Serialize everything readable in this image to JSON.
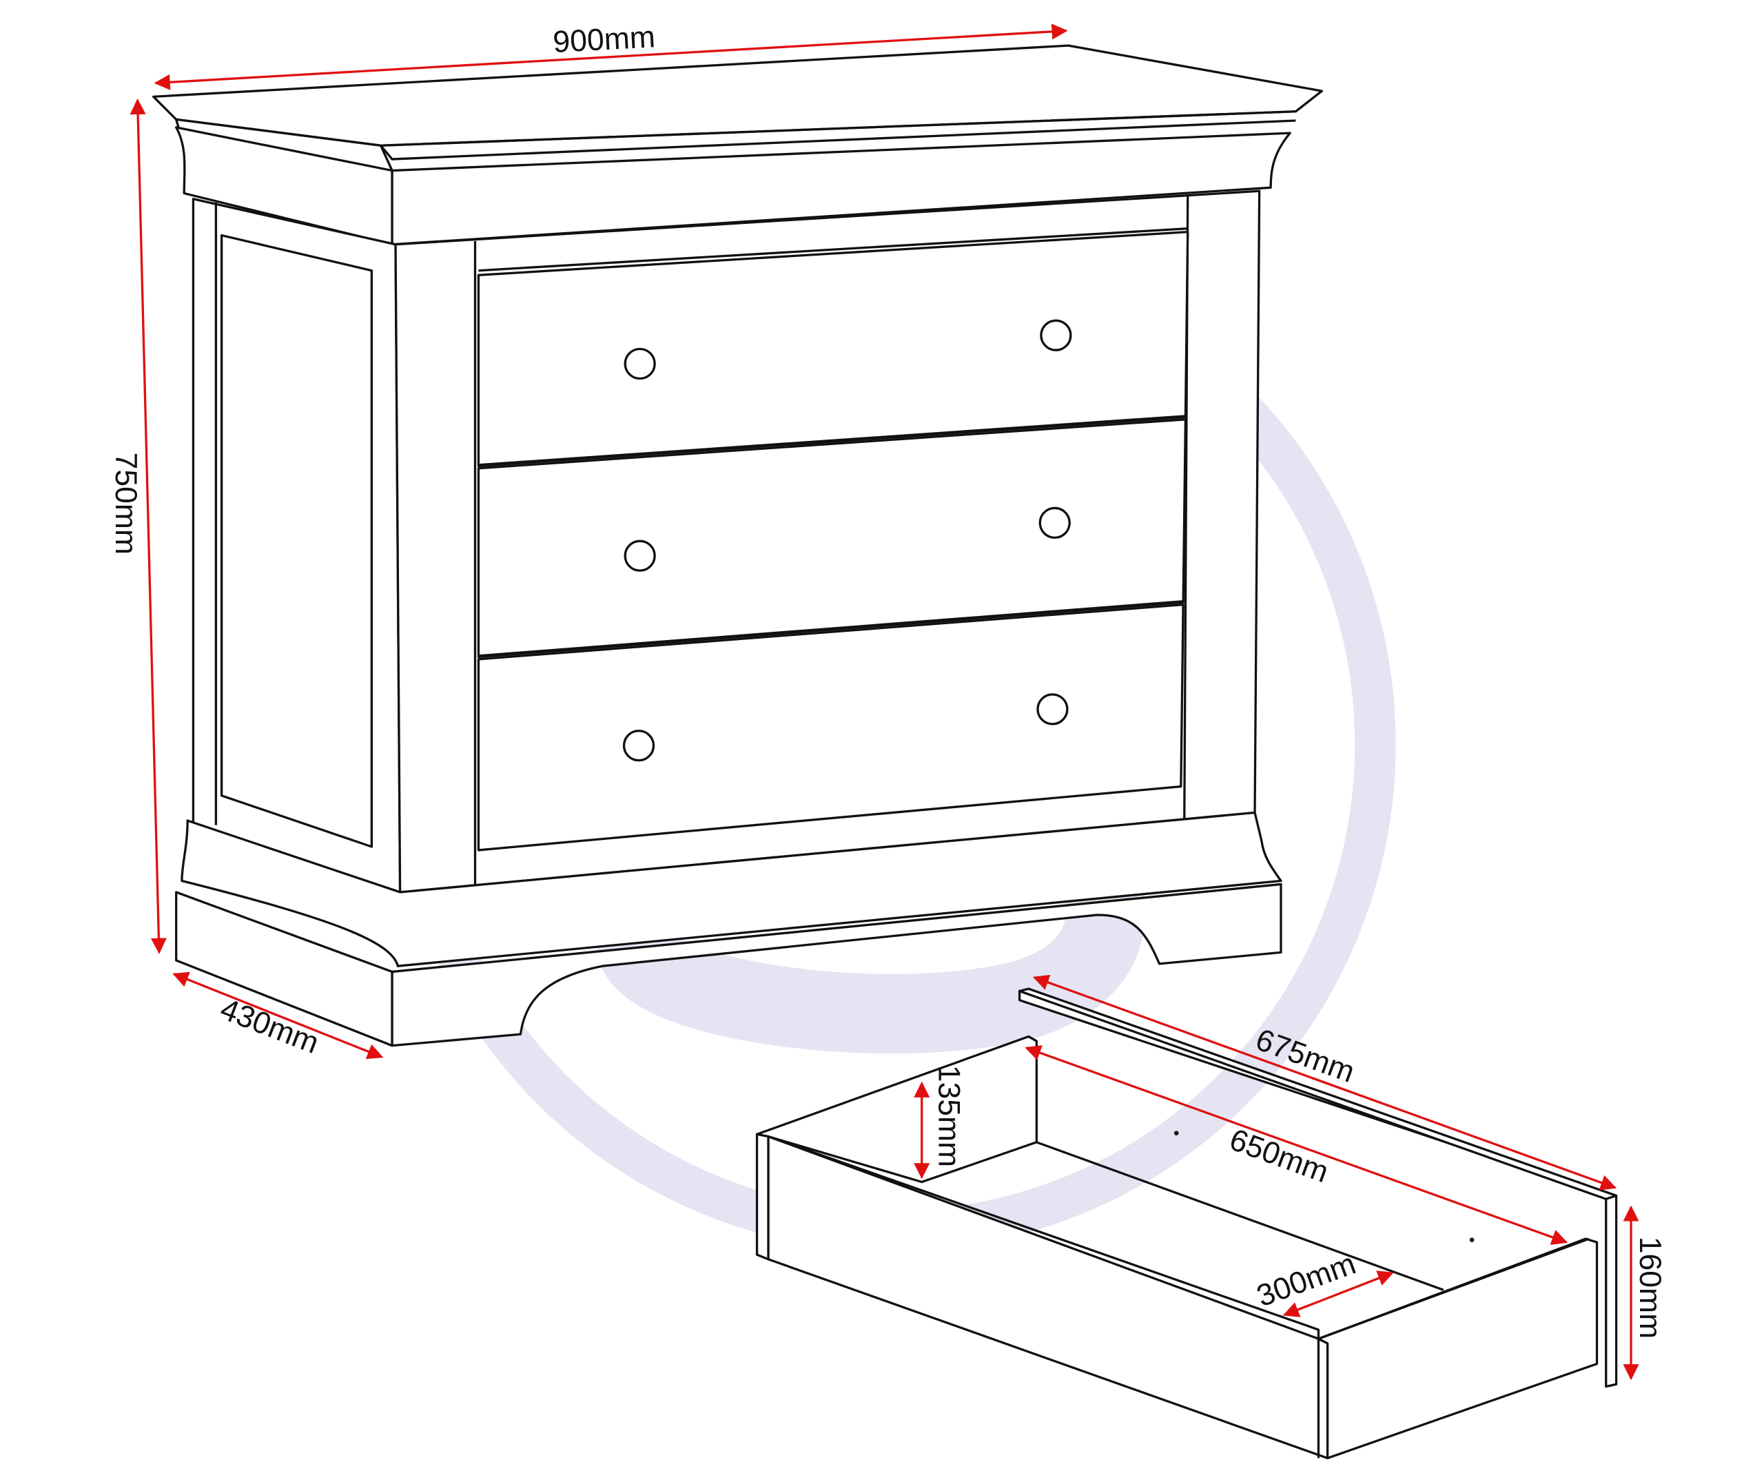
{
  "colors": {
    "dimension": "#e01010",
    "watermark": "#e4e4f2",
    "line": "#111111"
  },
  "watermark": {
    "letter": "S"
  },
  "dimensions": {
    "width": "900mm",
    "height": "750mm",
    "depth": "430mm",
    "drawer_outer_depth": "675mm",
    "drawer_inner_depth": "650mm",
    "drawer_inner_height": "135mm",
    "drawer_outer_height": "160mm",
    "drawer_inner_width": "300mm"
  }
}
